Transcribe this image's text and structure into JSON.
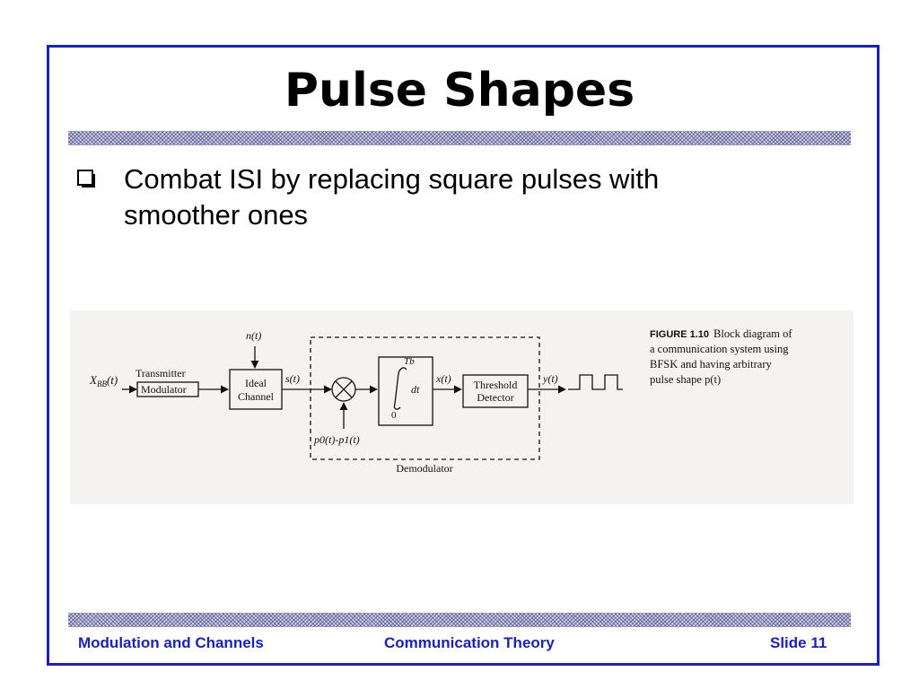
{
  "slide": {
    "title": "Pulse Shapes",
    "bullet": "Combat ISI by replacing square pulses with smoother ones"
  },
  "figure": {
    "input_label": "X",
    "input_subscript": "BB",
    "input_arg": "(t)",
    "transmitter_label": "Transmitter",
    "modulator_label": "Modulator",
    "noise_label": "n(t)",
    "channel_line1": "Ideal",
    "channel_line2": "Channel",
    "s_label": "s(t)",
    "mult_input_label": "p0(t)-p1(t)",
    "integral_upper": "Tb",
    "integral_lower": "0",
    "integral_dt": "dt",
    "x_label": "x(t)",
    "detector_line1": "Threshold",
    "detector_line2": "Detector",
    "y_label": "y(t)",
    "demodulator_label": "Demodulator",
    "caption_bold": "FIGURE 1.10",
    "caption_rest": "Block diagram of",
    "caption_line2": "a communication system using",
    "caption_line3": "BFSK and having arbitrary",
    "caption_line4": "pulse shape p(t)"
  },
  "footer": {
    "left": "Modulation and Channels",
    "center": "Communication Theory",
    "right": "Slide 11"
  },
  "colors": {
    "border": "#1c22b4",
    "footer_text": "#1c22b4",
    "hatch": "#d6d6ea"
  }
}
